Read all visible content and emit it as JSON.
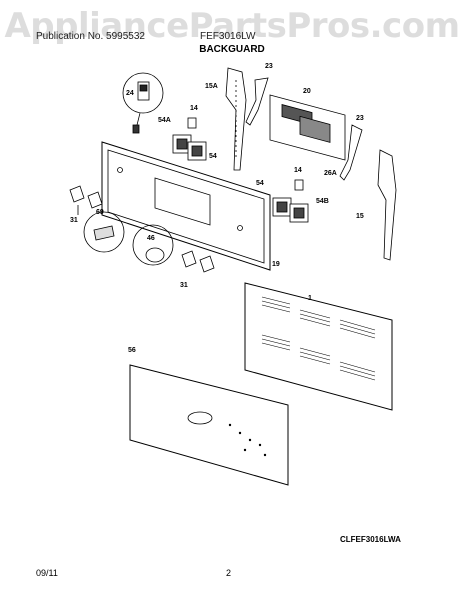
{
  "header": {
    "watermark": "AppliancePartsPros.com",
    "publication_label": "Publication No. 5995532",
    "model_label": "FEF3016LW",
    "section_title": "BACKGUARD"
  },
  "footer": {
    "model_code": "CLFEF3016LWA",
    "date": "09/11",
    "page_number": "2"
  },
  "part_labels": [
    "24",
    "14",
    "54A",
    "54",
    "15A",
    "23",
    "20",
    "23",
    "26A",
    "14",
    "54",
    "54B",
    "15",
    "31",
    "69",
    "46",
    "31",
    "19",
    "1",
    "56"
  ]
}
